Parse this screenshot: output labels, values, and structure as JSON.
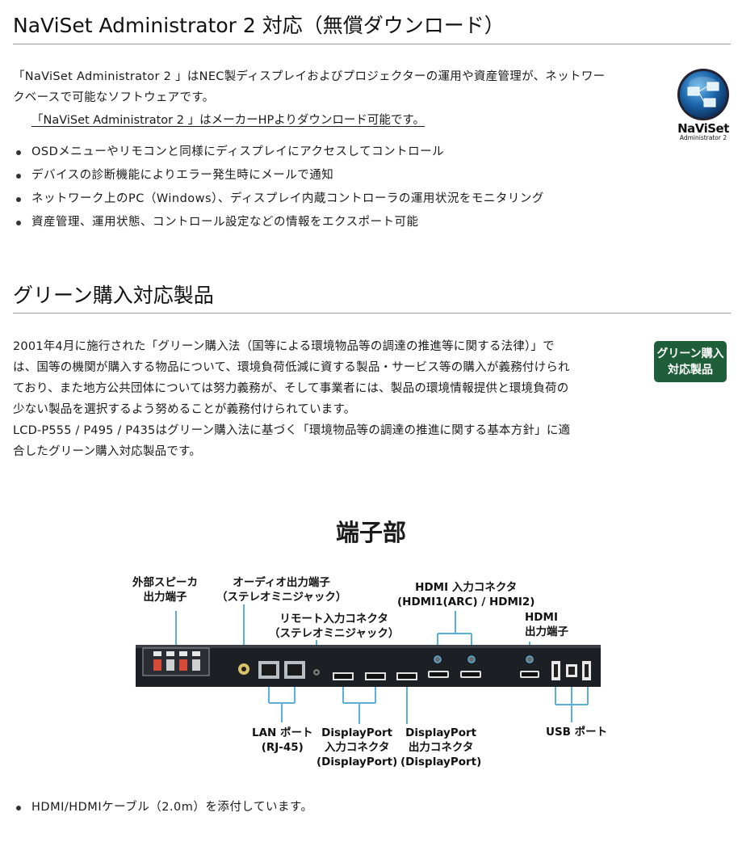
{
  "naviset": {
    "heading": "NaViSet Administrator 2 対応（無償ダウンロード）",
    "intro_line1": "「NaViSet Administrator 2 」はNEC製ディスプレイおよびプロジェクターの運用や資産管理が、ネットワー",
    "intro_line2": "クベースで可能なソフトウェアです。",
    "download_link": "「NaViSet Administrator 2 」はメーカーHPよりダウンロード可能です。",
    "logo_title": "NaViSet",
    "logo_sub": "Administrator 2",
    "features": [
      "OSDメニューやリモコンと同様にディスプレイにアクセスしてコントロール",
      "デバイスの診断機能によりエラー発生時にメールで通知",
      "ネットワーク上のPC（Windows）、ディスプレイ内蔵コントローラの運用状況をモニタリング",
      "資産管理、運用状態、コントロール設定などの情報をエクスポート可能"
    ]
  },
  "green": {
    "heading": "グリーン購入対応製品",
    "lines": [
      "2001年4月に施行された「グリーン購入法（国等による環境物品等の調達の推進等に関する法律）」で",
      "は、国等の機関が購入する物品について、環境負荷低減に資する製品・サービス等の購入が義務付けられ",
      "ており、また地方公共団体については努力義務が、そして事業者には、製品の環境情報提供と環境負荷の",
      "少ない製品を選択するよう努めることが義務付けられています。",
      "LCD-P555 / P495 / P435はグリーン購入法に基づく「環境物品等の調達の推進に関する基本方針」に適",
      "合したグリーン購入対応製品です。"
    ],
    "badge_line1": "グリーン購入",
    "badge_line2": "対応製品"
  },
  "terminals": {
    "heading": "端子部",
    "labels": {
      "speaker": [
        "外部スピーカ",
        "出力端子"
      ],
      "audio": [
        "オーディオ出力端子",
        "（ステレオミニジャック）"
      ],
      "remote": [
        "リモート入力コネクタ",
        "（ステレオミニジャック）"
      ],
      "hdmi_in": [
        "HDMI 入力コネクタ",
        "(HDMI1(ARC) / HDMI2)"
      ],
      "hdmi_out": [
        "HDMI",
        "出力端子"
      ],
      "lan": [
        "LAN ポート",
        "(RJ-45)"
      ],
      "dp_in": [
        "DisplayPort",
        "入力コネクタ",
        "(DisplayPort)"
      ],
      "dp_out": [
        "DisplayPort",
        "出力コネクタ",
        "(DisplayPort)"
      ],
      "usb": [
        "USB ポート"
      ]
    },
    "note": "HDMI/HDMIケーブル（2.0m）を添付しています。"
  }
}
